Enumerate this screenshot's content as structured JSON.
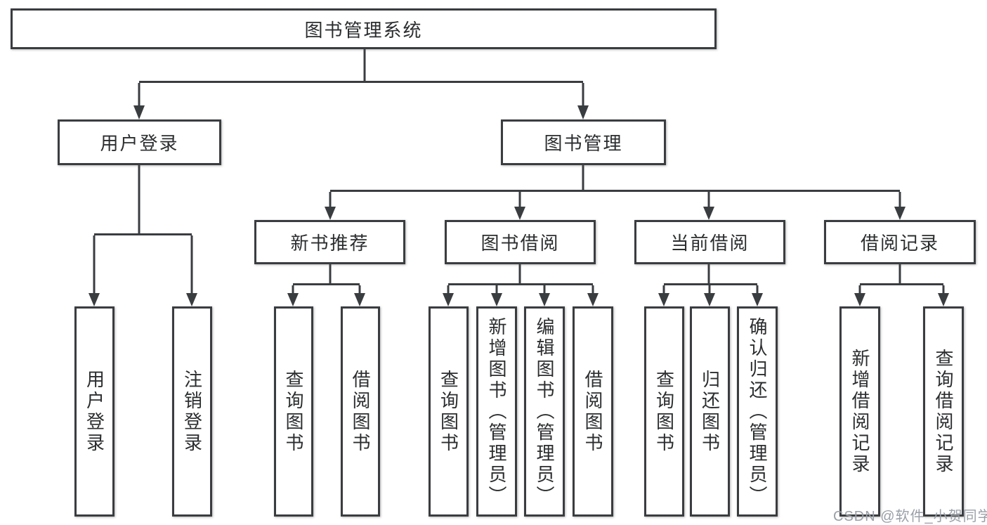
{
  "diagram": {
    "title": "图书管理系统",
    "type": "hierarchy-tree",
    "line_color": "#3a3d40",
    "text_color": "#2b2d2f",
    "background_color": "#ffffff"
  },
  "nodes": {
    "root": {
      "label": "图书管理系统"
    },
    "user_login": {
      "label": "用户登录"
    },
    "book_mgmt": {
      "label": "图书管理"
    },
    "new_book_rec": {
      "label": "新书推荐"
    },
    "book_borrow": {
      "label": "图书借阅"
    },
    "current_borrow": {
      "label": "当前借阅"
    },
    "borrow_records": {
      "label": "借阅记录"
    },
    "leaf_user_login": {
      "label": "用户登录"
    },
    "leaf_logout": {
      "label": "注销登录"
    },
    "leaf_query_book_rec": {
      "label": "查询图书"
    },
    "leaf_borrow_book_rec": {
      "label": "借阅图书"
    },
    "leaf_query_book_borrow": {
      "label": "查询图书"
    },
    "leaf_add_book": {
      "label": "新增图书（管理员）"
    },
    "leaf_edit_book": {
      "label": "编辑图书（管理员）"
    },
    "leaf_borrow_book": {
      "label": "借阅图书"
    },
    "leaf_query_book_current": {
      "label": "查询图书"
    },
    "leaf_return_book": {
      "label": "归还图书"
    },
    "leaf_confirm_return": {
      "label": "确认归还（管理员）"
    },
    "leaf_add_borrow_record": {
      "label": "新增借阅记录"
    },
    "leaf_query_borrow_record": {
      "label": "查询借阅记录"
    }
  },
  "hierarchy": {
    "图书管理系统": {
      "用户登录": [
        "用户登录",
        "注销登录"
      ],
      "图书管理": {
        "新书推荐": [
          "查询图书",
          "借阅图书"
        ],
        "图书借阅": [
          "查询图书",
          "新增图书（管理员）",
          "编辑图书（管理员）",
          "借阅图书"
        ],
        "当前借阅": [
          "查询图书",
          "归还图书",
          "确认归还（管理员）"
        ],
        "借阅记录": [
          "新增借阅记录",
          "查询借阅记录"
        ]
      }
    }
  },
  "watermark": {
    "text": "CSDN @软件_小贺同学",
    "color": "#9aa0a8"
  }
}
